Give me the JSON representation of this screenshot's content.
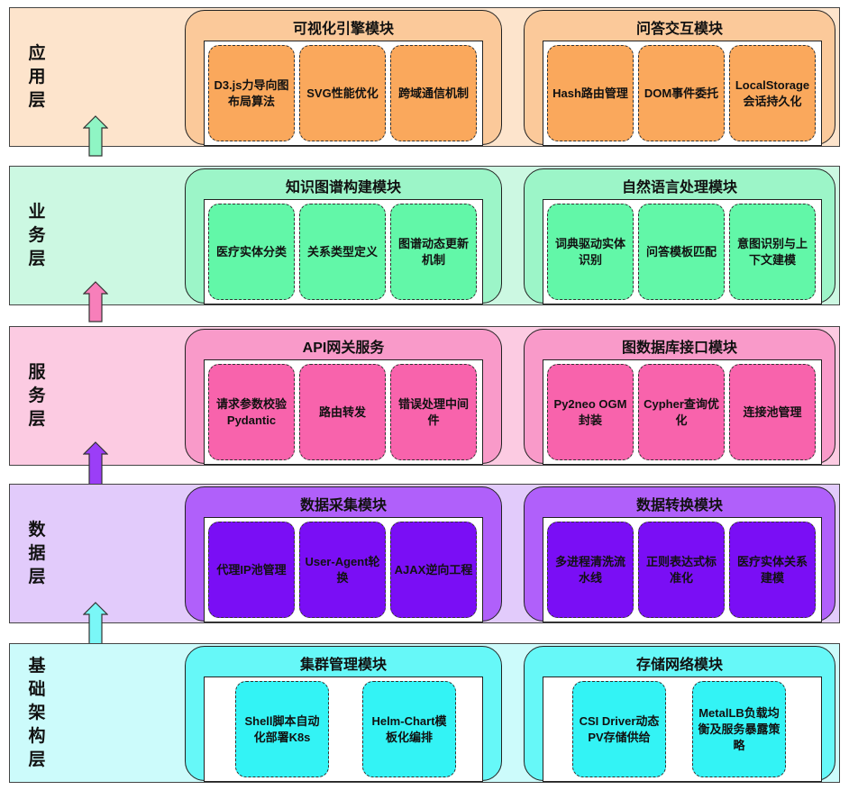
{
  "layers": [
    {
      "label": "应用层",
      "colors": {
        "layer": "#fde4cc",
        "module": "#fbc99a",
        "card": "#faa85c",
        "text": "#111111"
      },
      "modules": [
        {
          "title": "可视化引擎模块",
          "items": [
            "D3.js力导向图布局算法",
            "SVG性能优化",
            "跨域通信机制"
          ]
        },
        {
          "title": "问答交互模块",
          "items": [
            "Hash路由管理",
            "DOM事件委托",
            "LocalStorage会话持久化"
          ]
        }
      ]
    },
    {
      "label": "业务层",
      "colors": {
        "layer": "#ccf8e2",
        "module": "#9cf5c8",
        "card": "#62f7a8",
        "text": "#111111"
      },
      "modules": [
        {
          "title": "知识图谱构建模块",
          "items": [
            "医疗实体分类",
            "关系类型定义",
            "图谱动态更新机制"
          ]
        },
        {
          "title": "自然语言处理模块",
          "items": [
            "词典驱动实体识别",
            "问答模板匹配",
            "意图识别与上下文建模"
          ]
        }
      ]
    },
    {
      "label": "服务层",
      "colors": {
        "layer": "#fccbe2",
        "module": "#f99ac9",
        "card": "#f863ac",
        "text": "#111111"
      },
      "modules": [
        {
          "title": "API网关服务",
          "items": [
            "请求参数校验Pydantic",
            "路由转发",
            "错误处理中间件"
          ]
        },
        {
          "title": "图数据库接口模块",
          "items": [
            "Py2neo OGM封装",
            "Cypher查询优化",
            "连接池管理"
          ]
        }
      ]
    },
    {
      "label": "数据层",
      "colors": {
        "layer": "#e2cbfb",
        "module": "#b060fa",
        "card": "#7a0ef5",
        "text": "#111111"
      },
      "modules": [
        {
          "title": "数据采集模块",
          "items": [
            "代理IP池管理",
            "User-Agent轮换",
            "AJAX逆向工程"
          ]
        },
        {
          "title": "数据转换模块",
          "items": [
            "多进程清洗流水线",
            "正则表达式标准化",
            "医疗实体关系建模"
          ]
        }
      ]
    },
    {
      "label": "基础架构层",
      "colors": {
        "layer": "#ccfbfb",
        "module": "#66f8f8",
        "card": "#33f3f5",
        "text": "#111111"
      },
      "modules": [
        {
          "title": "集群管理模块",
          "items": [
            "Shell脚本自动化部署K8s",
            "Helm-Chart模板化编排"
          ]
        },
        {
          "title": "存储网络模块",
          "items": [
            "CSI Driver动态PV存储供给",
            "MetalLB负载均衡及服务暴露策略"
          ]
        }
      ]
    }
  ],
  "arrows": [
    {
      "color": "#8ff5c4"
    },
    {
      "color": "#f77fba"
    },
    {
      "color": "#9b3ef7"
    },
    {
      "color": "#7af7f7"
    }
  ]
}
